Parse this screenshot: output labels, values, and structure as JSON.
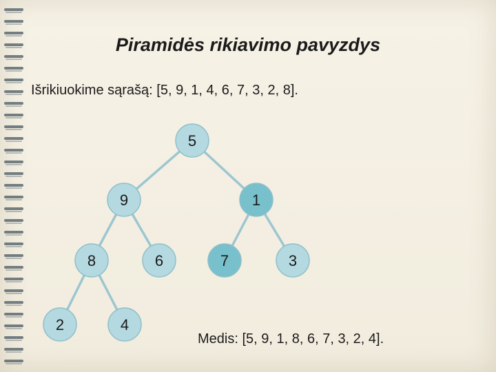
{
  "title": "Piramidės rikiavimo pavyzdys",
  "intro": "Išrikiuokime sąrašą: [5, 9, 1, 4, 6, 7, 3, 2, 8].",
  "result": "Medis: [5, 9, 1, 8, 6, 7, 3, 2, 4].",
  "colors": {
    "node_fill": "#b4d9e0",
    "node_fill_dark": "#78c0cc",
    "node_stroke": "#8fbfc9",
    "edge": "#9cc6d0"
  },
  "tree": {
    "nodes": [
      {
        "id": "n5",
        "label": "5",
        "dark": false
      },
      {
        "id": "n9",
        "label": "9",
        "dark": false
      },
      {
        "id": "n1",
        "label": "1",
        "dark": true
      },
      {
        "id": "n8",
        "label": "8",
        "dark": false
      },
      {
        "id": "n6",
        "label": "6",
        "dark": false
      },
      {
        "id": "n7",
        "label": "7",
        "dark": true
      },
      {
        "id": "n3",
        "label": "3",
        "dark": false
      },
      {
        "id": "n2",
        "label": "2",
        "dark": false
      },
      {
        "id": "n4",
        "label": "4",
        "dark": false
      }
    ],
    "edges": [
      [
        "n5",
        "n9"
      ],
      [
        "n5",
        "n1"
      ],
      [
        "n9",
        "n8"
      ],
      [
        "n9",
        "n6"
      ],
      [
        "n1",
        "n7"
      ],
      [
        "n1",
        "n3"
      ],
      [
        "n8",
        "n2"
      ],
      [
        "n8",
        "n4"
      ]
    ]
  }
}
